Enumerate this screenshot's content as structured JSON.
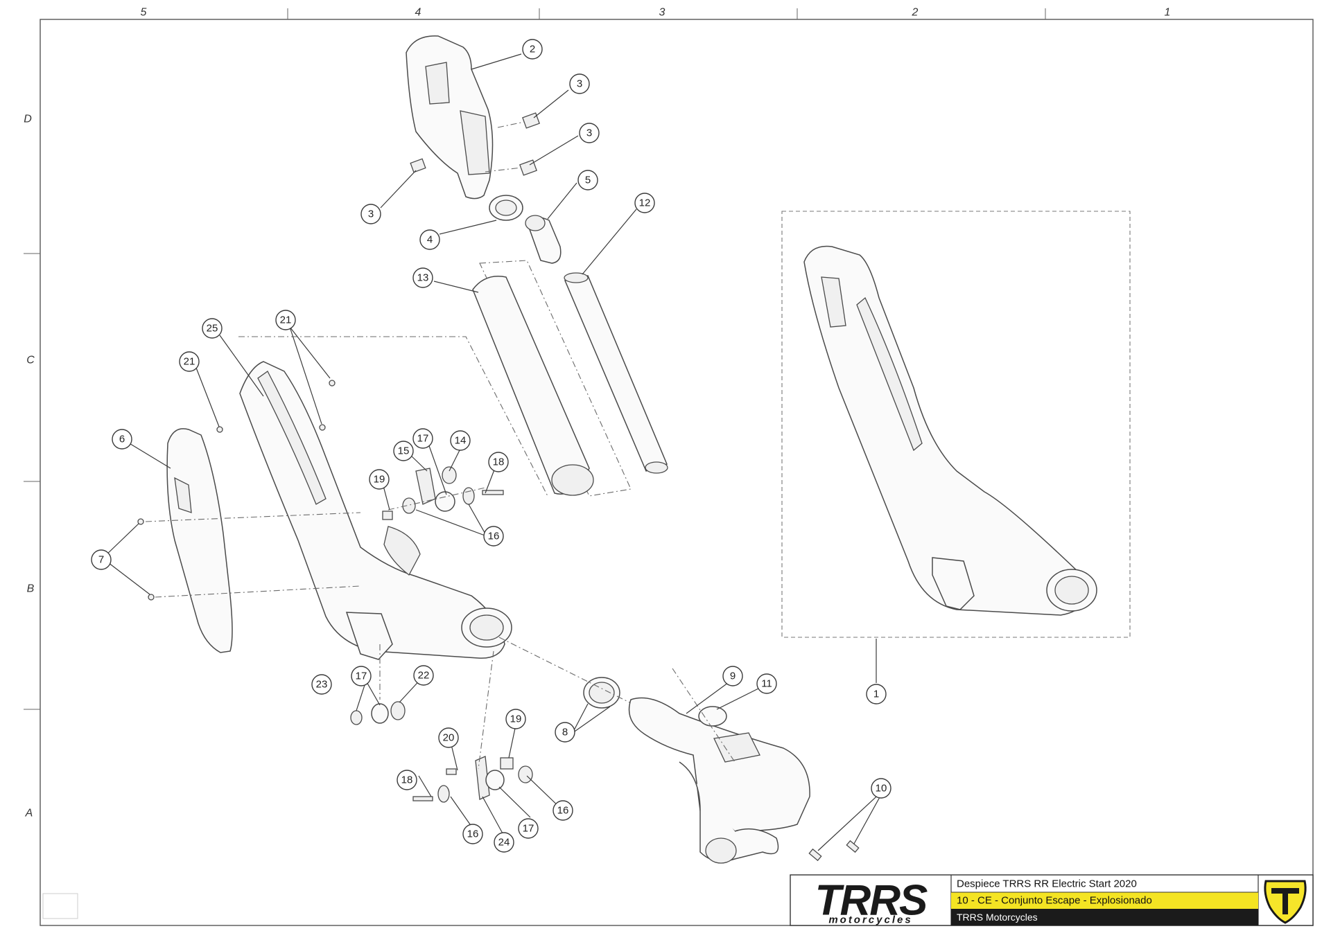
{
  "zones": {
    "columns": [
      "5",
      "4",
      "3",
      "2",
      "1"
    ],
    "rows": [
      "D",
      "C",
      "B",
      "A"
    ]
  },
  "callouts": [
    "1",
    "2",
    "3",
    "3",
    "3",
    "4",
    "5",
    "6",
    "7",
    "8",
    "9",
    "10",
    "11",
    "12",
    "13",
    "14",
    "15",
    "16",
    "16",
    "16",
    "17",
    "17",
    "17",
    "18",
    "18",
    "19",
    "19",
    "20",
    "21",
    "21",
    "22",
    "23",
    "24",
    "25"
  ],
  "title_block": {
    "logo_text": "TRRS",
    "logo_subtext": "motorcycles",
    "document_title": "Despiece TRRS RR Electric Start 2020",
    "drawing_name": "10 - CE - Conjunto Escape - Explosionado",
    "company": "TRRS Motorcycles"
  },
  "colors": {
    "highlight_bar": "#f4e423",
    "dark_bar": "#1b1b1b",
    "brand_yellow": "#f6e52a",
    "logo_black": "#1a1a1a",
    "line": "#4a4a4a"
  }
}
